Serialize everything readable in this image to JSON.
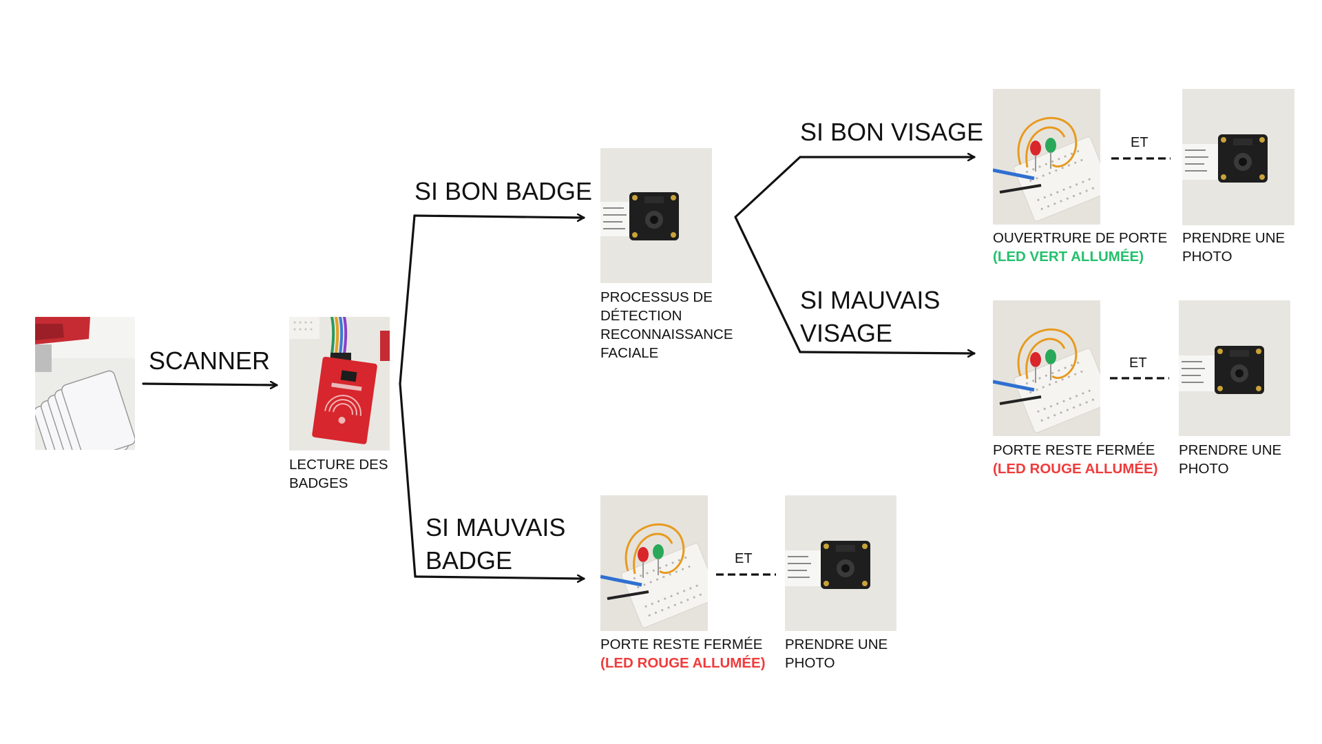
{
  "colors": {
    "arrow": "#111111",
    "led_green_text": "#22c06b",
    "led_red_text": "#ef3b3b"
  },
  "edges": {
    "scan": "SCANNER",
    "good_badge": "SI BON BADGE",
    "bad_badge_1": "SI MAUVAIS",
    "bad_badge_2": "BADGE",
    "good_face": "SI BON VISAGE",
    "bad_face_1": "SI MAUVAIS",
    "bad_face_2": "VISAGE"
  },
  "nodes": {
    "badges": {
      "icon": "rfid-cards-photo"
    },
    "reader": {
      "icon": "rfid-reader-photo",
      "line1": "LECTURE DES",
      "line2": "BADGES"
    },
    "face_detection": {
      "icon": "camera-module-photo",
      "line1": "PROCESSUS DE",
      "line2": "DÉTECTION",
      "line3": "RECONNAISSANCE",
      "line4": "FACIALE"
    },
    "open_door": {
      "icon": "breadboard-led-photo",
      "line1": "OUVERTRURE DE PORTE",
      "line2": "(LED VERT ALLUMÉE)"
    },
    "open_photo": {
      "icon": "camera-module-photo",
      "line1": "PRENDRE UNE",
      "line2": "PHOTO"
    },
    "face_closed": {
      "icon": "breadboard-led-photo",
      "line1": "PORTE RESTE FERMÉE",
      "line2": "(LED ROUGE ALLUMÉE)"
    },
    "face_closed_photo": {
      "icon": "camera-module-photo",
      "line1": "PRENDRE UNE",
      "line2": "PHOTO"
    },
    "badge_closed": {
      "icon": "breadboard-led-photo",
      "line1": "PORTE RESTE FERMÉE",
      "line2": "(LED ROUGE ALLUMÉE)"
    },
    "badge_closed_photo": {
      "icon": "camera-module-photo",
      "line1": "PRENDRE UNE",
      "line2": "PHOTO"
    }
  },
  "and_label": "ET"
}
